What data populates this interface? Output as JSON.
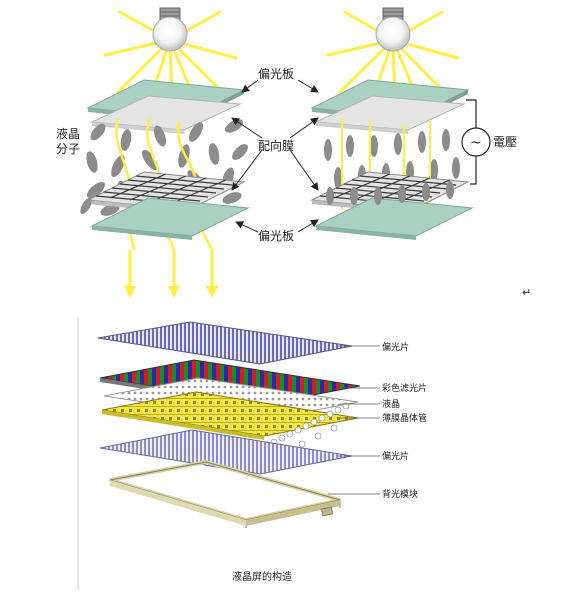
{
  "top_diagram": {
    "label_polarizer_top": "偏光板",
    "label_alignment_film": "配向膜",
    "label_polarizer_bottom": "偏光板",
    "label_liquid_crystal_line1": "液晶",
    "label_liquid_crystal_line2": "分子",
    "label_voltage": "電壓",
    "voltage_symbol": "~",
    "stray_mark": "↵"
  },
  "bottom_diagram": {
    "label_polarizer_1": "偏光片",
    "label_color_filter": "彩色滤光片",
    "label_liquid_crystal": "液晶",
    "label_tft": "薄膜晶体管",
    "label_polarizer_2": "偏光片",
    "label_backlight": "背光模块",
    "caption": "液晶屏的构造"
  },
  "colors": {
    "light_ray": "#ffee44",
    "polarizer_fill": "#a9d0c0",
    "molecule": "#8c8c8c",
    "stripe": "#6a6ab8",
    "tft_yellow": "#f2e640"
  }
}
